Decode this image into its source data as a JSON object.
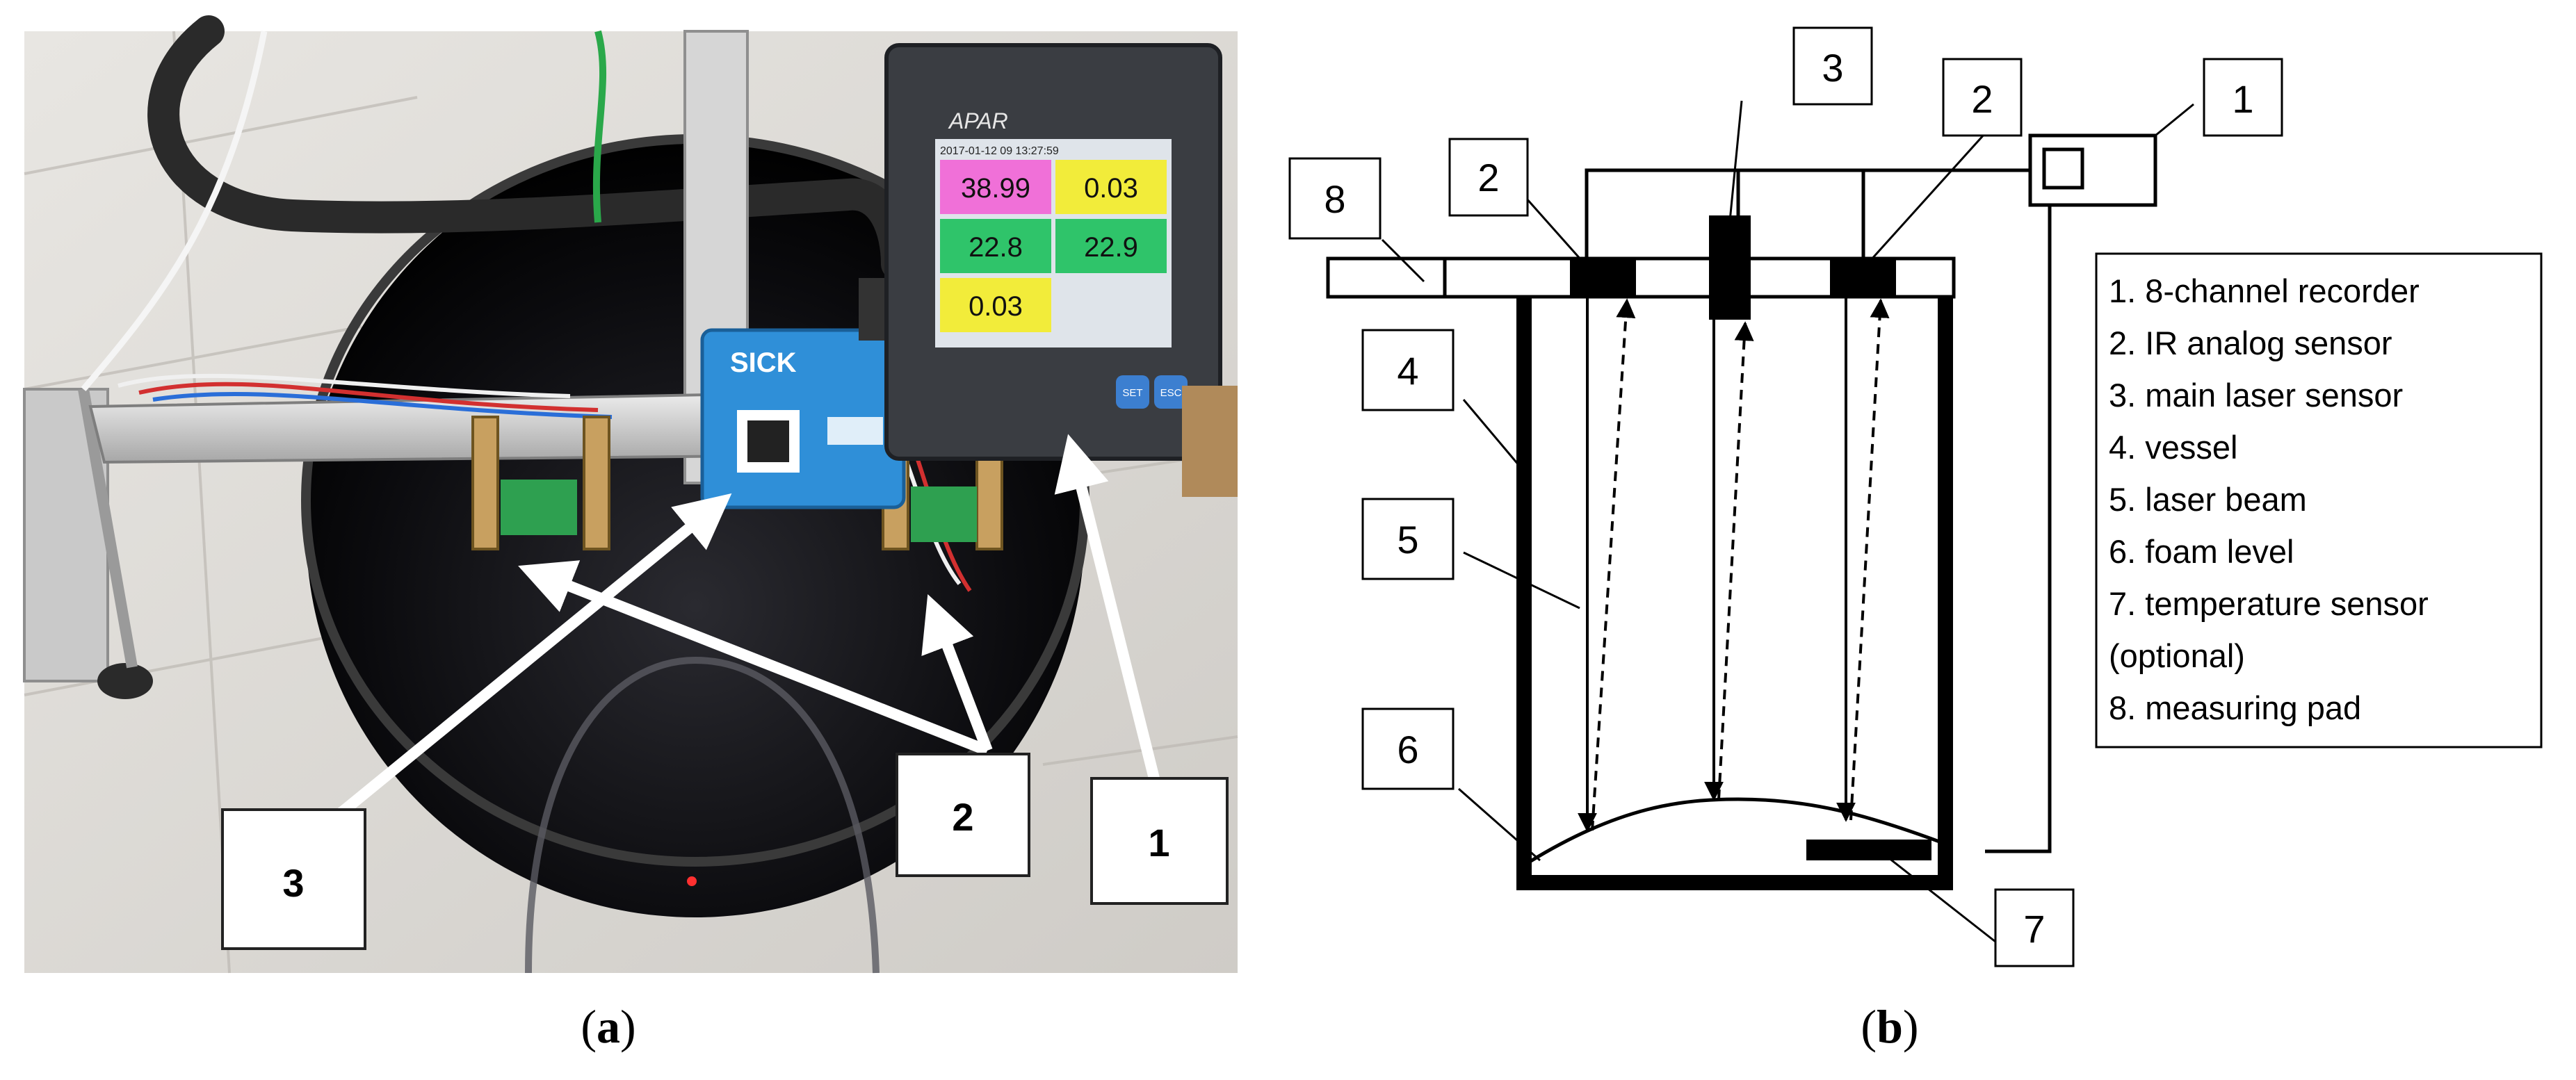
{
  "panels": {
    "a": {
      "caption_open": "(",
      "caption_letter": "a",
      "caption_close": ")",
      "recorder": {
        "brand": "APAR",
        "datetime": "2017-01-12 09 13:27:59",
        "readings": [
          "38.99",
          "0.03",
          "22.8",
          "22.9",
          "0.03"
        ],
        "buttons": [
          "SET",
          "ESC"
        ],
        "reading_colors": [
          "#f070d8",
          "#f2ec3a",
          "#2fc46a",
          "#2fc46a",
          "#f2ec3a"
        ]
      },
      "laser_sensor_brand": "SICK",
      "callouts": [
        "3",
        "2",
        "1"
      ]
    },
    "b": {
      "caption_open": "(",
      "caption_letter": "b",
      "caption_close": ")",
      "callouts": [
        "8",
        "2",
        "3",
        "2",
        "1",
        "4",
        "5",
        "6",
        "7"
      ],
      "legend": [
        "1. 8-channel recorder",
        "2. IR analog sensor",
        "3. main laser sensor",
        "4. vessel",
        "5. laser beam",
        "6. foam level",
        "7. temperature sensor",
        "(optional)",
        "8. measuring pad"
      ]
    }
  }
}
